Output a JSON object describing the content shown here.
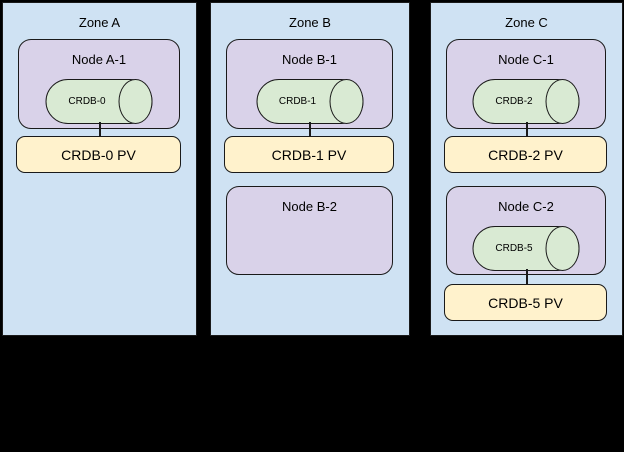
{
  "colors": {
    "canvas_background": "#000000",
    "zone_fill": "#cfe2f3",
    "node_fill": "#d9d2e9",
    "cylinder_fill": "#d9ead3",
    "pv_fill": "#fff2cc",
    "outline": "#1a1a1a"
  },
  "zones": [
    {
      "label": "Zone A",
      "nodes": [
        {
          "label": "Node A-1",
          "pod": "CRDB-0",
          "pv": "CRDB-0 PV"
        }
      ]
    },
    {
      "label": "Zone B",
      "nodes": [
        {
          "label": "Node B-1",
          "pod": "CRDB-1",
          "pv": "CRDB-1 PV"
        },
        {
          "label": "Node B-2"
        }
      ]
    },
    {
      "label": "Zone C",
      "nodes": [
        {
          "label": "Node C-1",
          "pod": "CRDB-2",
          "pv": "CRDB-2 PV"
        },
        {
          "label": "Node C-2",
          "pod": "CRDB-5",
          "pv": "CRDB-5 PV"
        }
      ]
    }
  ]
}
